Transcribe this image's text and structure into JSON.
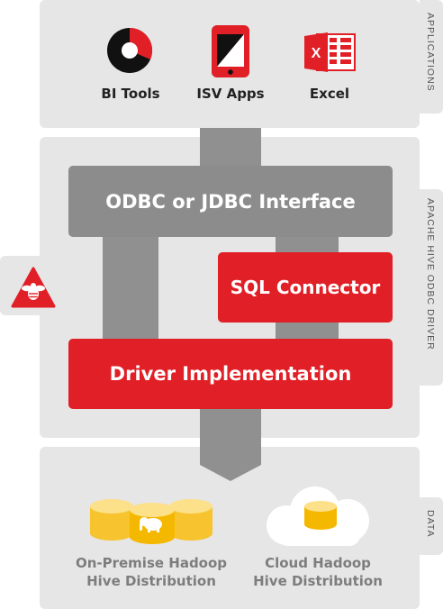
{
  "sections": {
    "applications": "APPLICATIONS",
    "driver": "APACHE HIVE ODBC DRIVER",
    "data": "DATA"
  },
  "apps": [
    {
      "label": "BI Tools",
      "icon": "pie-chart-icon"
    },
    {
      "label": "ISV Apps",
      "icon": "tablet-icon"
    },
    {
      "label": "Excel",
      "icon": "excel-icon"
    }
  ],
  "layers": {
    "interface": "ODBC or JDBC Interface",
    "connector": "SQL Connector",
    "implementation": "Driver Implementation"
  },
  "data_sources": [
    {
      "line1": "On-Premise Hadoop",
      "line2": "Hive Distribution",
      "icon": "database-cylinders-icon"
    },
    {
      "line1": "Cloud Hadoop",
      "line2": "Hive Distribution",
      "icon": "cloud-database-icon"
    }
  ],
  "colors": {
    "accent_red": "#e11f26",
    "gray_box": "#8c8c8c",
    "panel_bg": "#e6e6e7",
    "db_yellow": "#f7c32e"
  }
}
